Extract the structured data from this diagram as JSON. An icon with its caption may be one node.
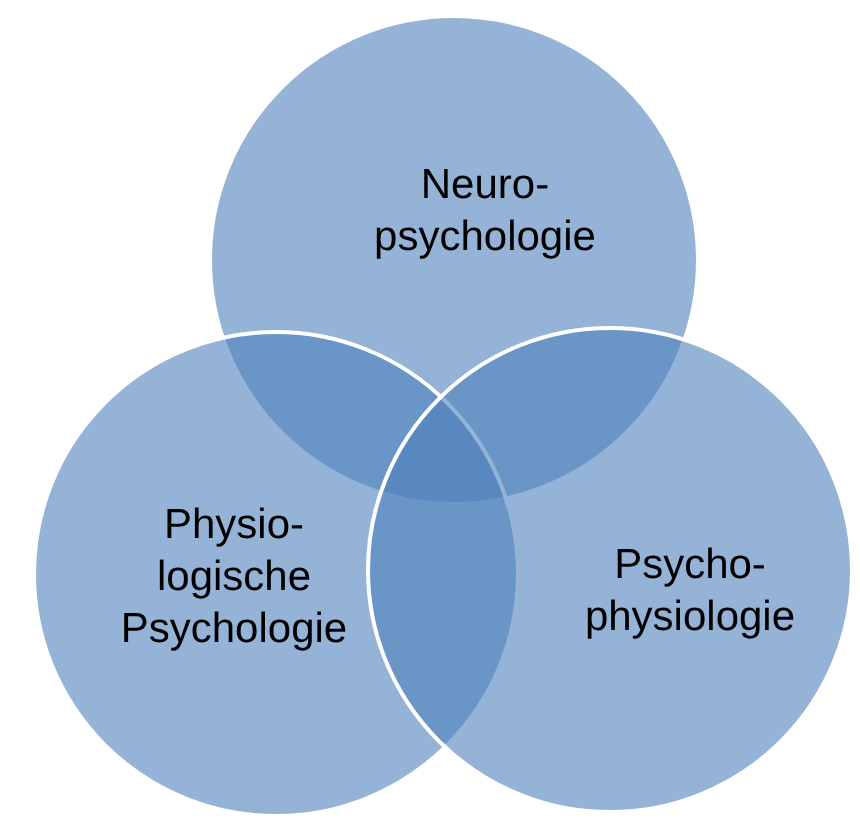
{
  "diagram": {
    "nodes": [
      {
        "text": [
          "Neuro- psychologie"
        ]
      },
      {
        "text": [
          "Physio- logische Psychologie"
        ]
      },
      {
        "text": [
          "Psycho- physiologie"
        ]
      }
    ]
  }
}
